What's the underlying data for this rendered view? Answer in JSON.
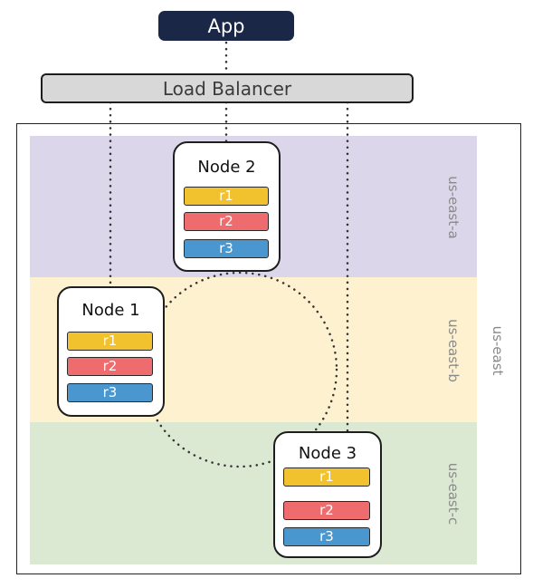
{
  "app": {
    "label": "App"
  },
  "load_balancer": {
    "label": "Load Balancer"
  },
  "region": {
    "label": "us-east"
  },
  "zones": [
    {
      "label": "us-east-a"
    },
    {
      "label": "us-east-b"
    },
    {
      "label": "us-east-c"
    }
  ],
  "nodes": [
    {
      "title": "Node 1",
      "replicas": [
        "r1",
        "r2",
        "r3"
      ]
    },
    {
      "title": "Node 2",
      "replicas": [
        "r1",
        "r2",
        "r3"
      ]
    },
    {
      "title": "Node 3",
      "replicas": [
        "r1",
        "r2",
        "r3"
      ]
    }
  ],
  "colors": {
    "app": "#1a2747",
    "r1": "#f2c12e",
    "r2": "#ee6b6e",
    "r3": "#4a97d0",
    "zone_a": "#dcd6ea",
    "zone_b": "#fdf1cf",
    "zone_c": "#dbe8d2"
  }
}
